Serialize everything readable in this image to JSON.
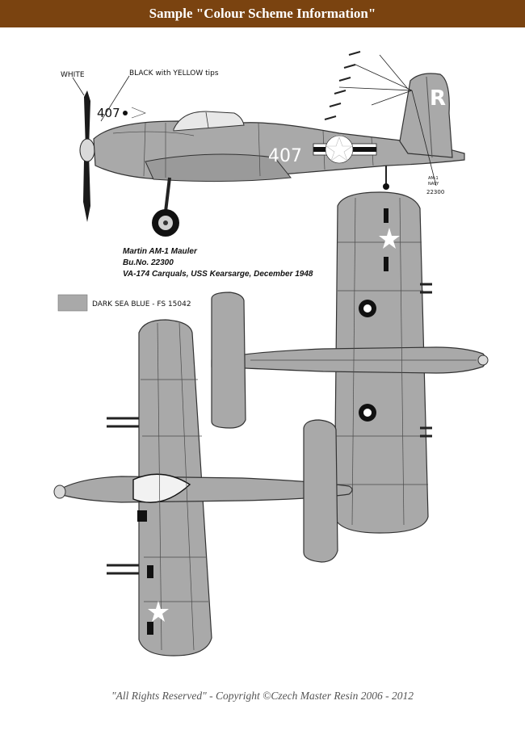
{
  "header": {
    "title": "Sample \"Colour Scheme Information\""
  },
  "labels": {
    "white": "WHITE",
    "black_yellow": "BLACK with YELLOW tips",
    "nose_number": "407",
    "fuselage_number": "407",
    "tail_letter": "R",
    "tail_text_1": "AM-1",
    "tail_text_2": "NAVY",
    "tail_text_3": "22300"
  },
  "caption": {
    "line1": "Martin AM-1 Mauler",
    "line2": "Bu.No. 22300",
    "line3": "VA-174 Carquals, USS Kearsarge, December 1948"
  },
  "legend": {
    "swatch_color": "#a9a9a9",
    "label": "DARK SEA BLUE - FS 15042"
  },
  "colors": {
    "header_bg": "#7a4310",
    "airframe_gray": "#a9a9a9",
    "panel_line": "#4a4a4a"
  },
  "footer": {
    "text": "\"All Rights Reserved\" - Copyright ©Czech Master Resin 2006 - 2012"
  }
}
